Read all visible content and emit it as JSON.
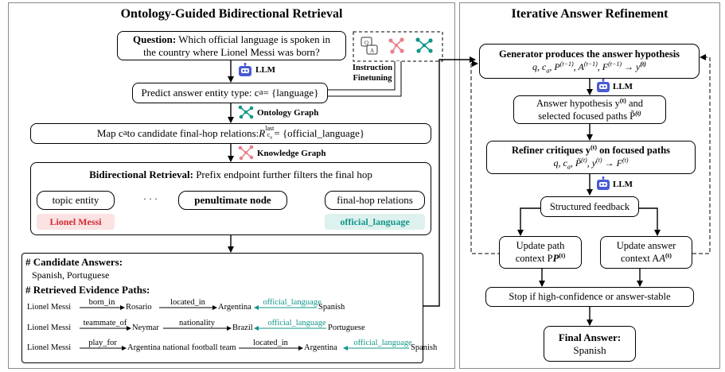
{
  "left_panel": {
    "title": "Ontology-Guided Bidirectional Retrieval",
    "question_label": "Question:",
    "question_line1": "Which  official language is spoken in",
    "question_line2": "the country where Lionel Messi was born?",
    "llm_label": "LLM",
    "predict_text": "Predict answer entity type: c",
    "predict_sub": "a",
    "predict_value": " = {language}",
    "instruction_label_1": "Instruction",
    "instruction_label_2": "Finetuning",
    "ontology_graph_label": "Ontology Graph",
    "map_text": "Map c",
    "map_sub": "a",
    "map_text_2": " to candidate final-hop relations: ",
    "map_R": "R",
    "map_sup": "last",
    "map_rsub": "c",
    "map_rsub2": "a",
    "map_value": " = {official_language}",
    "knowledge_graph_label": "Knowledge Graph",
    "bidi_bold": "Bidirectional Retrieval:",
    "bidi_rest": " Prefix endpoint further filters the final hop",
    "topic_entity": "topic entity",
    "ellipsis": "· · ·",
    "penultimate_node": "penultimate node",
    "final_hop": "final-hop relations",
    "lionel_tag": "Lionel Messi",
    "official_tag": "official_language",
    "candidate_header": "# Candidate Answers:",
    "candidate_values": "Spanish, Portuguese",
    "evidence_header": "# Retrieved Evidence Paths:",
    "paths": [
      {
        "e1": "Lionel Messi",
        "r1": "born_in",
        "e2": "Rosario",
        "r2": "located_in",
        "e3": "Argentina",
        "r3": "official_language",
        "e4": "Spanish"
      },
      {
        "e1": "Lionel Messi",
        "r1": "teammate_of",
        "e2": "Neymar",
        "r2": "nationality",
        "e3": "Brazil",
        "r3": "official_language",
        "e4": "Portuguese"
      },
      {
        "e1": "Lionel Messi",
        "r1": "play_for",
        "e2": "Argentina national football team",
        "r2": "located_in",
        "e3": "Argentina",
        "r3": "official_language",
        "e4": "Spanish"
      }
    ]
  },
  "right_panel": {
    "title": "Iterative Answer Refinement",
    "generator_title": "Generator produces the answer hypothesis",
    "generator_formula_1": "q, c",
    "generator_formula_a": "a",
    "generator_formula_2": ", P",
    "generator_formula_3": ", A",
    "generator_formula_4": ", F",
    "generator_sup": "(t−1)",
    "generator_arrow": " → y",
    "generator_ysup": "(t)",
    "llm_label": "LLM",
    "hyp_line1": "Answer hypothesis y",
    "hyp_sup": "(t)",
    "hyp_line1b": " and",
    "hyp_line2": "selected focused paths P̃",
    "refiner_title": "Refiner critiques y",
    "refiner_title_2": " on focused paths",
    "refiner_formula": "q, c",
    "refiner_formula_2": ", P̃",
    "refiner_formula_3": ", y",
    "refiner_arrow": " → F",
    "structured_feedback": "Structured feedback",
    "update_path_1": "Update path",
    "update_path_2": "context P",
    "update_answer_1": "Update answer",
    "update_answer_2": "context A",
    "stop_text": "Stop if high-confidence or answer-stable",
    "final_answer_label": "Final Answer:",
    "final_answer_value": "Spanish"
  },
  "colors": {
    "teal": "#12968a",
    "red": "#d12a32",
    "pink": "#e8808a",
    "robot": "#4a5bd6"
  }
}
